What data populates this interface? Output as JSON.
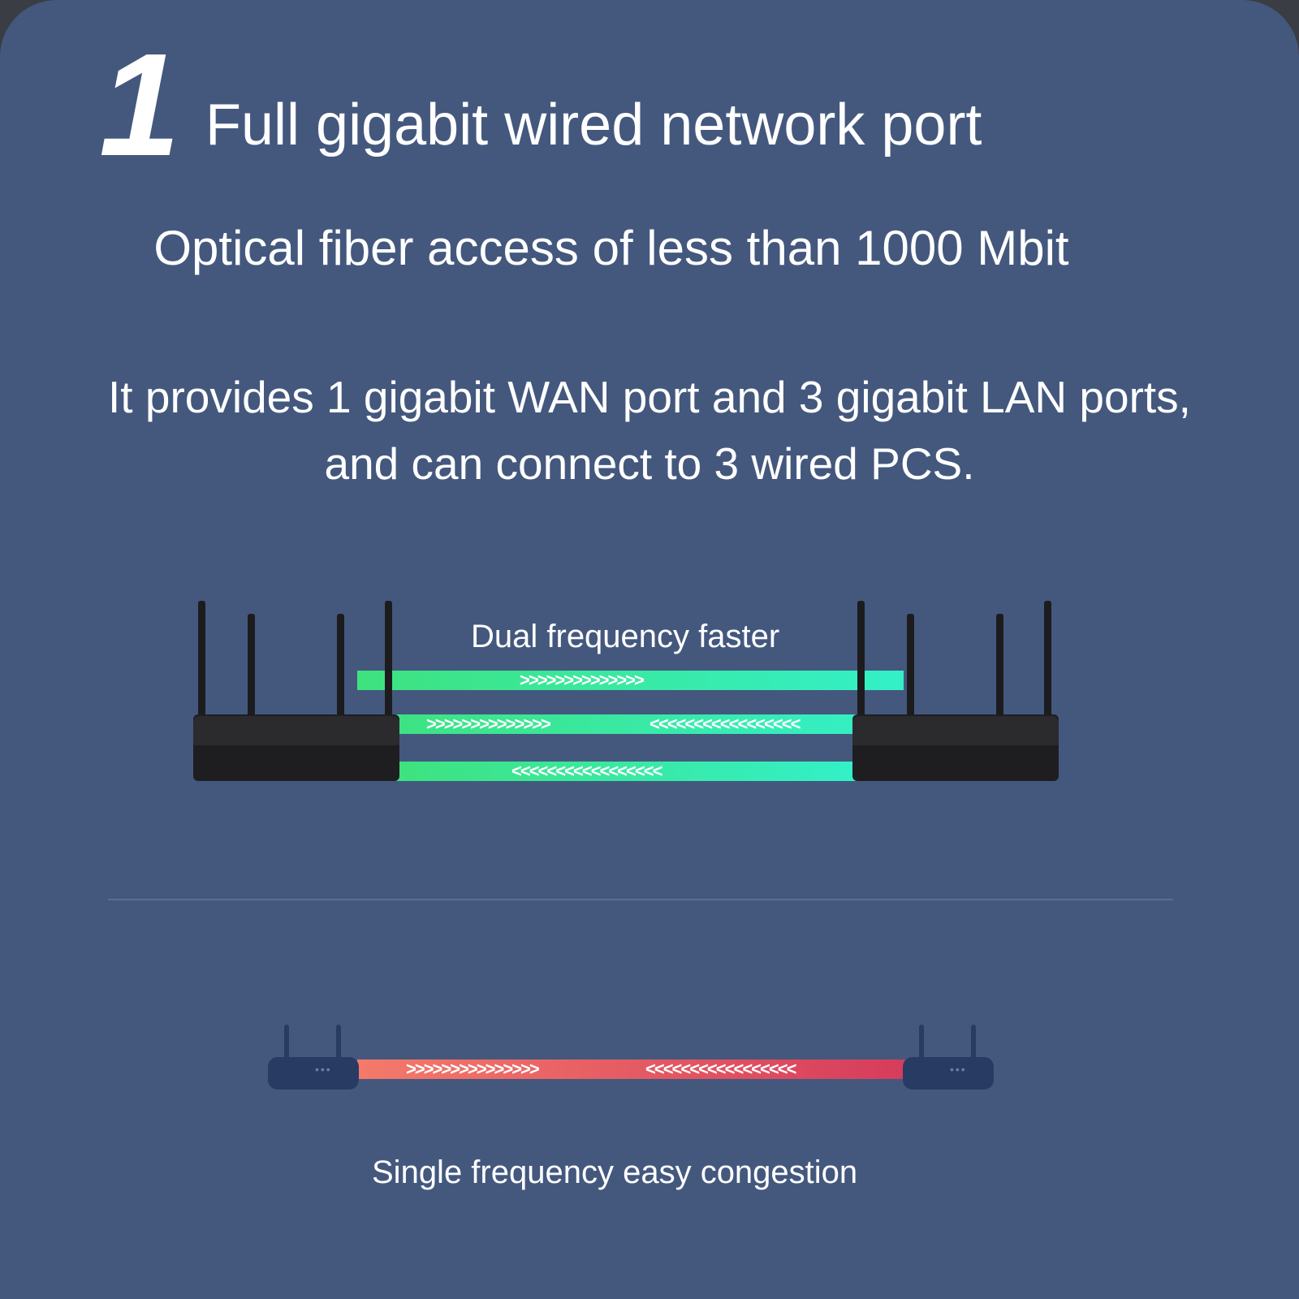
{
  "feature": {
    "number": "1",
    "title": "Full gigabit wired network port",
    "subtitle": "Optical fiber access of less than 1000 Mbit",
    "description": "It provides 1 gigabit WAN port and 3 gigabit LAN ports, and can connect to 3 wired PCS."
  },
  "dual_band": {
    "label": "Dual frequency faster",
    "bars": [
      {
        "arrows_right": ">>>>>>>>>>>>>>",
        "arrows_left": ""
      },
      {
        "arrows_right": ">>>>>>>>>>>>>>",
        "arrows_left": "<<<<<<<<<<<<<<<<<"
      },
      {
        "arrows_right": "",
        "arrows_left": "<<<<<<<<<<<<<<<<<"
      }
    ],
    "colors": {
      "start": "#3ee27e",
      "end": "#34f0c8"
    }
  },
  "single_band": {
    "label": "Single frequency easy congestion",
    "arrows_right": ">>>>>>>>>>>>>>>",
    "arrows_left": "<<<<<<<<<<<<<<<<<",
    "colors": {
      "start": "#f47a6a",
      "end": "#d63c5c"
    }
  }
}
